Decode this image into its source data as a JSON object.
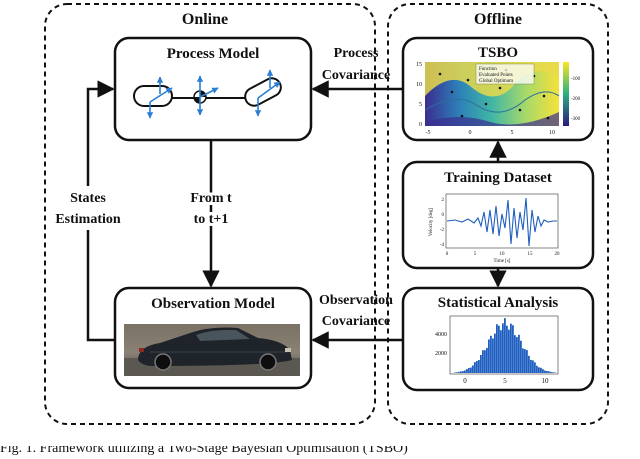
{
  "panels": {
    "online": "Online",
    "offline": "Offline"
  },
  "boxes": {
    "process_model": "Process Model",
    "observation_model": "Observation Model",
    "tsbo": "TSBO",
    "training_dataset": "Training Dataset",
    "statistical_analysis": "Statistical Analysis"
  },
  "labels": {
    "process_cov_1": "Process",
    "process_cov_2": "Covariance",
    "observation_cov_1": "Observation",
    "observation_cov_2": "Covariance",
    "states_1": "States",
    "states_2": "Estimation",
    "from_1": "From t",
    "from_2": "to t+1"
  },
  "tsbo_plot": {
    "legend": [
      "Function",
      "Evaluated Points",
      "Global Optimum"
    ],
    "yticks": [
      "15",
      "10",
      "5",
      "0"
    ],
    "xticks": [
      "-5",
      "0",
      "5",
      "10"
    ],
    "cbar_ticks": [
      "-100",
      "-200",
      "-300"
    ]
  },
  "training_plot": {
    "ylabel": "Velocity [deg]",
    "xlabel": "Time [s]",
    "yticks": [
      "2",
      "0",
      "-2",
      "-4"
    ],
    "xticks": [
      "0",
      "5",
      "10",
      "15",
      "20"
    ]
  },
  "hist_plot": {
    "yticks": [
      "4000",
      "2000"
    ],
    "xticks": [
      "0",
      "5",
      "10"
    ]
  },
  "caption": "Fig. 1.   Framework utilizing a Two-Stage Bayesian Optimisation (TSBO)"
}
